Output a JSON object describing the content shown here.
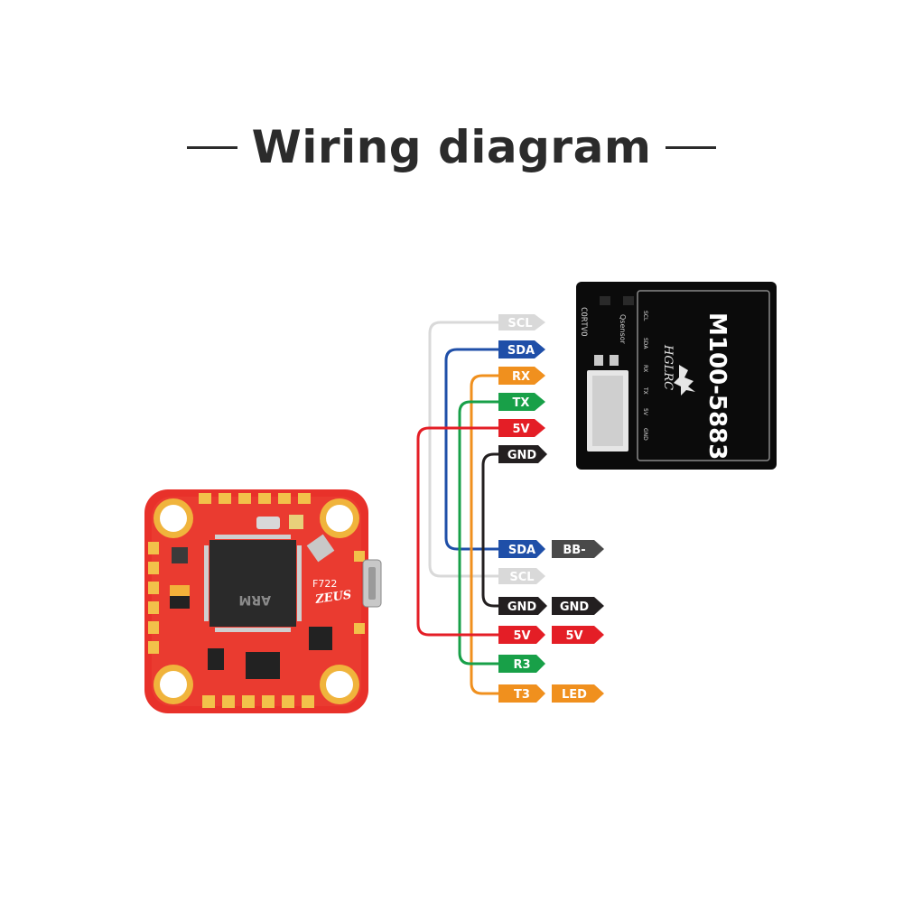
{
  "title": "Wiring diagram",
  "gps_module": {
    "model": "M100-5883",
    "brand": "HGLRC",
    "pad_labels": [
      "SCL",
      "SDA",
      "RX",
      "TX",
      "5V",
      "GND"
    ],
    "chip_text_1": "CORTVO",
    "chip_text_2": "Qsensor"
  },
  "flight_controller": {
    "model_text": "F722",
    "brand_text": "ZEUS",
    "chip_text": "ARM"
  },
  "gps_wires": [
    {
      "label": "SCL",
      "color": "#d9d9d9",
      "text_color": "#ffffff"
    },
    {
      "label": "SDA",
      "color": "#1f4fa8",
      "text_color": "#ffffff"
    },
    {
      "label": "RX",
      "color": "#f0901e",
      "text_color": "#ffffff"
    },
    {
      "label": "TX",
      "color": "#18a048",
      "text_color": "#ffffff"
    },
    {
      "label": "5V",
      "color": "#e41e26",
      "text_color": "#ffffff"
    },
    {
      "label": "GND",
      "color": "#231f20",
      "text_color": "#ffffff"
    }
  ],
  "fc_pins": [
    {
      "label": "SDA",
      "color": "#1f4fa8",
      "arrow": "BB-",
      "arrow_color": "#4a4a4a"
    },
    {
      "label": "SCL",
      "color": "#d9d9d9",
      "arrow": "",
      "arrow_color": ""
    },
    {
      "label": "GND",
      "color": "#231f20",
      "arrow": "GND",
      "arrow_color": "#231f20"
    },
    {
      "label": "5V",
      "color": "#e41e26",
      "arrow": "5V",
      "arrow_color": "#e41e26"
    },
    {
      "label": "R3",
      "color": "#18a048",
      "arrow": "",
      "arrow_color": ""
    },
    {
      "label": "T3",
      "color": "#f0901e",
      "arrow": "LED",
      "arrow_color": "#f0901e"
    }
  ]
}
